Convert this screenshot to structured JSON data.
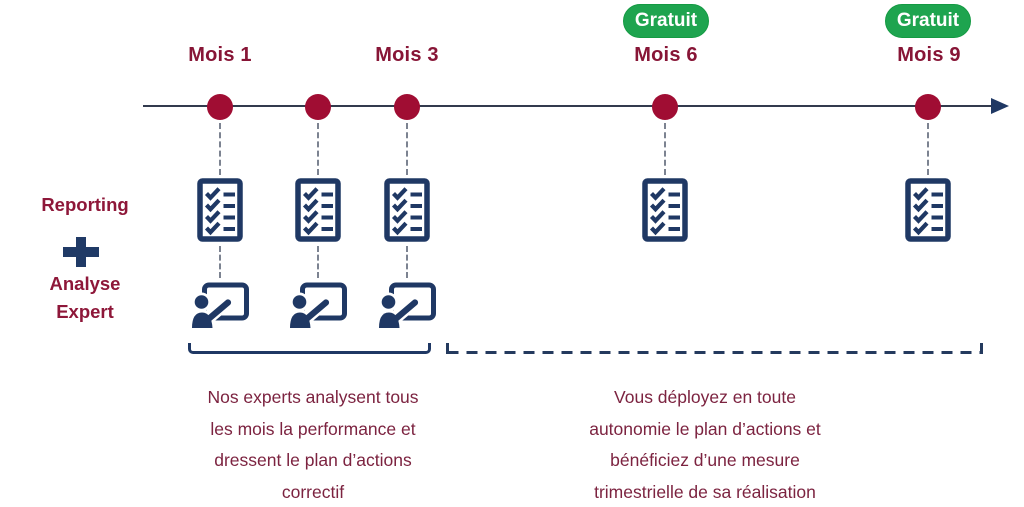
{
  "diagram": {
    "milestones": [
      {
        "label": "Mois 1",
        "badge": ""
      },
      {
        "label": "",
        "badge": ""
      },
      {
        "label": "Mois 3",
        "badge": ""
      },
      {
        "label": "Mois 6",
        "badge": "Gratuit"
      },
      {
        "label": "Mois 9",
        "badge": "Gratuit"
      }
    ],
    "legend": {
      "reporting": "Reporting",
      "plus": "+",
      "analyse": "Analyse",
      "expert": "Expert"
    },
    "phase_left": {
      "lines": [
        "Nos experts analysent tous",
        "les mois la performance et",
        "dressent le plan d’actions",
        "correctif"
      ]
    },
    "phase_right": {
      "lines": [
        "Vous déployez en toute",
        "autonomie le plan d’actions et",
        "bénéficiez d’une mesure",
        "trimestrielle de sa réalisation"
      ]
    },
    "icons": {
      "checklist": "checklist-icon",
      "presentation": "presentation-icon",
      "arrow": "arrow-right-icon",
      "plus": "plus-icon",
      "dot": "timeline-dot"
    },
    "colors": {
      "maroon_label": "#871536",
      "maroon_text": "#7C2340",
      "crimson_dot": "#A00D33",
      "navy": "#1F3864",
      "green_badge": "#1EA44F",
      "axis": "#323A4D",
      "dash_connector": "#7C8391"
    }
  }
}
